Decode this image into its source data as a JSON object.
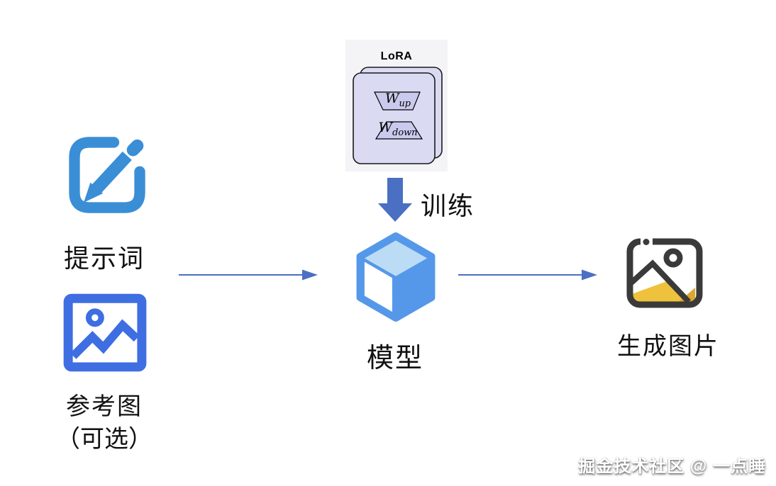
{
  "diagram": {
    "inputs": {
      "prompt_label": "提示词",
      "reference_label": "参考图",
      "reference_note": "（可选）"
    },
    "lora": {
      "title": "LoRA",
      "w_symbol": "W",
      "up_subscript": "up",
      "down_subscript": "down"
    },
    "train_label": "训练",
    "model_label": "模型",
    "output_label": "生成图片"
  },
  "watermark": "掘金技术社区 @ 一点睡",
  "icons": {
    "prompt": "edit-pencil-icon",
    "reference": "image-picture-icon",
    "train": "thick-down-arrow-icon",
    "model": "cube-3d-icon",
    "output": "generated-image-icon"
  },
  "colors": {
    "pencil_blue": "#3a8ed6",
    "ref_blue": "#3e6ee2",
    "cube_blue": "#5598ea",
    "cube_top": "#bcdcf6",
    "arrow_blue": "#4a6fc3",
    "dark_icon": "#3a3a3a",
    "gold": "#eec23d",
    "gold_dark": "#dca62f",
    "lora_bg": "#f4f4f7",
    "lora_rect_fill": "#dadaf3",
    "lora_trap_fill": "#cacaee"
  }
}
